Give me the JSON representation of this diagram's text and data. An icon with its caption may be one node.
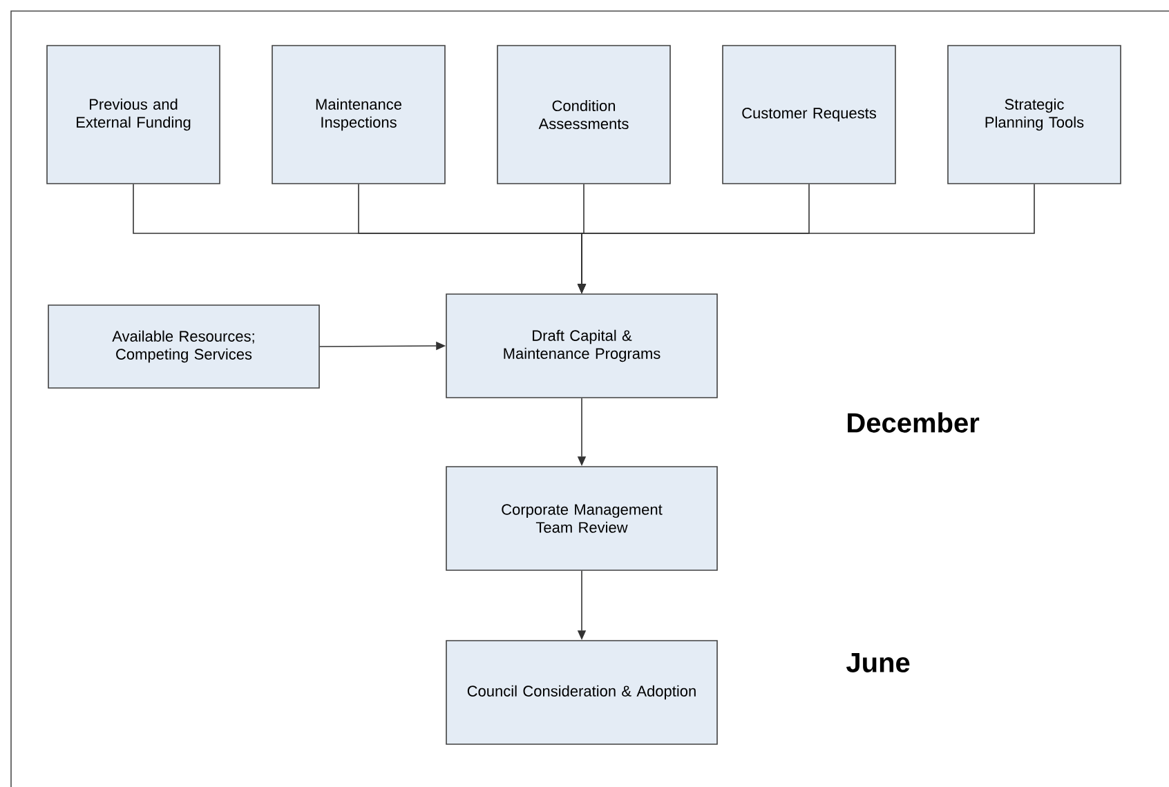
{
  "diagram": {
    "nodes": [
      {
        "text": [
          "Previous and External Funding"
        ]
      },
      {
        "text": [
          "Maintenance Inspections"
        ]
      },
      {
        "text": [
          "Condition Assessments"
        ]
      },
      {
        "text": [
          "Customer Requests"
        ]
      },
      {
        "text": [
          "Strategic Planning Tools"
        ]
      },
      {
        "text": [
          "Available Resources; Competing Services"
        ]
      },
      {
        "text": [
          "Draft Capital & Maintenance Programs"
        ]
      },
      {
        "text": [
          "Corporate Management Team Review"
        ]
      },
      {
        "text": [
          "Council Consideration & Adoption"
        ]
      }
    ],
    "edges": [
      {
        "from": 0,
        "to": 6,
        "arrow": "to"
      },
      {
        "from": 1,
        "to": 6,
        "arrow": "to"
      },
      {
        "from": 2,
        "to": 6,
        "arrow": "to"
      },
      {
        "from": 3,
        "to": 6,
        "arrow": "to"
      },
      {
        "from": 4,
        "to": 6,
        "arrow": "to"
      },
      {
        "from": 5,
        "to": 6,
        "arrow": "to"
      },
      {
        "from": 6,
        "to": 7,
        "arrow": "to"
      },
      {
        "from": 7,
        "to": 8,
        "arrow": "to"
      }
    ],
    "labels": [
      "December",
      "June"
    ]
  }
}
